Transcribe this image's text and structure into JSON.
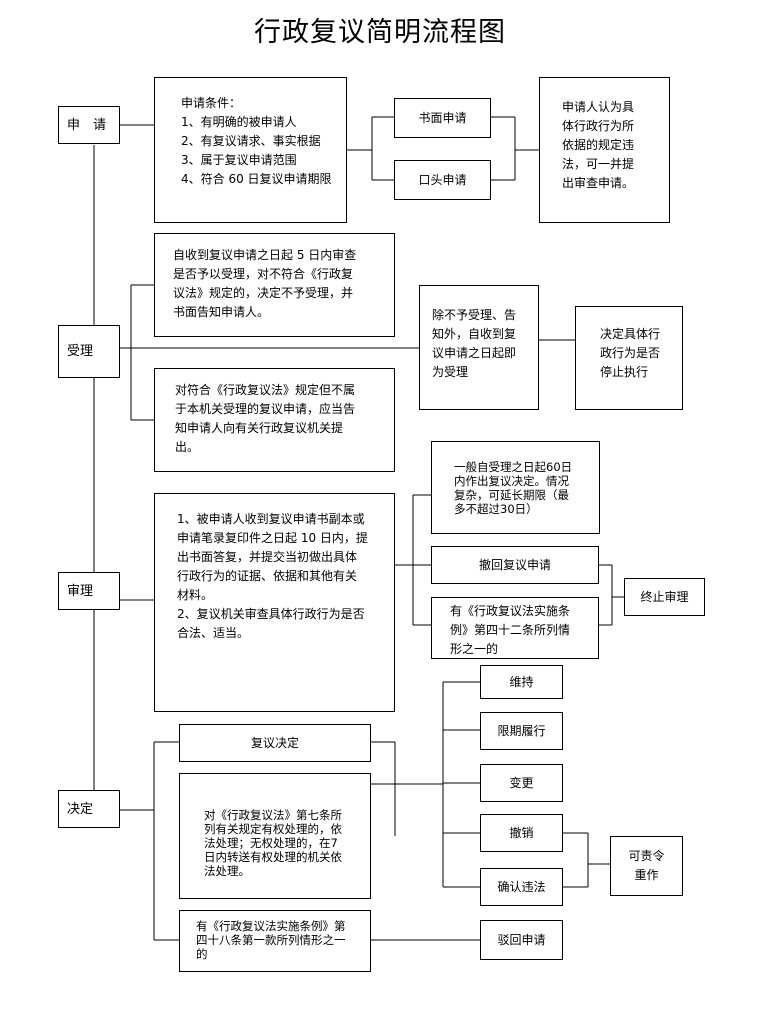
{
  "title": "行政复议简明流程图",
  "stages": {
    "apply": "申　请",
    "accept": "受理",
    "review": "审理",
    "decide": "决定"
  },
  "apply": {
    "conditions": [
      "申请条件：",
      "1、有明确的被申请人",
      "2、有复议请求、事实根据",
      "3、属于复议申请范围",
      "4、符合 60 日复议申请期限"
    ],
    "written": "书面申请",
    "oral": "口头申请",
    "side_note": [
      "申请人认为具",
      "体行政行为所",
      "依据的规定违",
      "法，可一并提",
      "出审查申请。"
    ]
  },
  "accept": {
    "no_accept": [
      "自收到复议申请之日起 5 日内审查",
      "是否予以受理，对不符合《行政复",
      "议法》规定的，决定不予受理，并",
      "书面告知申请人。"
    ],
    "not_in_scope": [
      "对符合《行政复议法》规定但不属",
      "于本机关受理的复议申请，应当告",
      "知申请人向有关行政复议机关提",
      "出。"
    ],
    "deemed_accept": [
      "除不予受理、告",
      "知外，自收到复",
      "议申请之日起即",
      "为受理"
    ],
    "suspend": [
      "决定具体行",
      "政行为是否",
      "停止执行"
    ]
  },
  "review": {
    "content": [
      "1、被申请人收到复议申请书副本或",
      "申请笔录复印件之日起 10 日内，提",
      "出书面答复，并提交当初做出具体",
      "行政行为的证据、依据和其他有关",
      "材料。",
      "2、复议机关审查具体行政行为是否",
      "合法、适当。"
    ],
    "deadline": [
      "一般自受理之日起60日",
      "内作出复议决定。情况",
      "复杂，可延长期限（最",
      "多不超过30日）"
    ],
    "withdraw": "撤回复议申请",
    "article42": [
      "有《行政复议法实施条",
      "例》第四十二条所列情",
      "形之一的"
    ],
    "terminate": "终止审理"
  },
  "decide": {
    "decision": "复议决定",
    "transfer": [
      "对《行政复议法》第七条所",
      "列有关规定有权处理的，依",
      "法处理；无权处理的，在7",
      "日内转送有权处理的机关依",
      "法处理。"
    ],
    "article48": [
      "有《行政复议法实施条例》第",
      "四十八条第一款所列情形之一",
      "的"
    ],
    "outcomes": [
      "维持",
      "限期履行",
      "变更",
      "撤销",
      "确认违法"
    ],
    "order_redo": [
      "可责令",
      "重作"
    ],
    "reject": "驳回申请"
  }
}
